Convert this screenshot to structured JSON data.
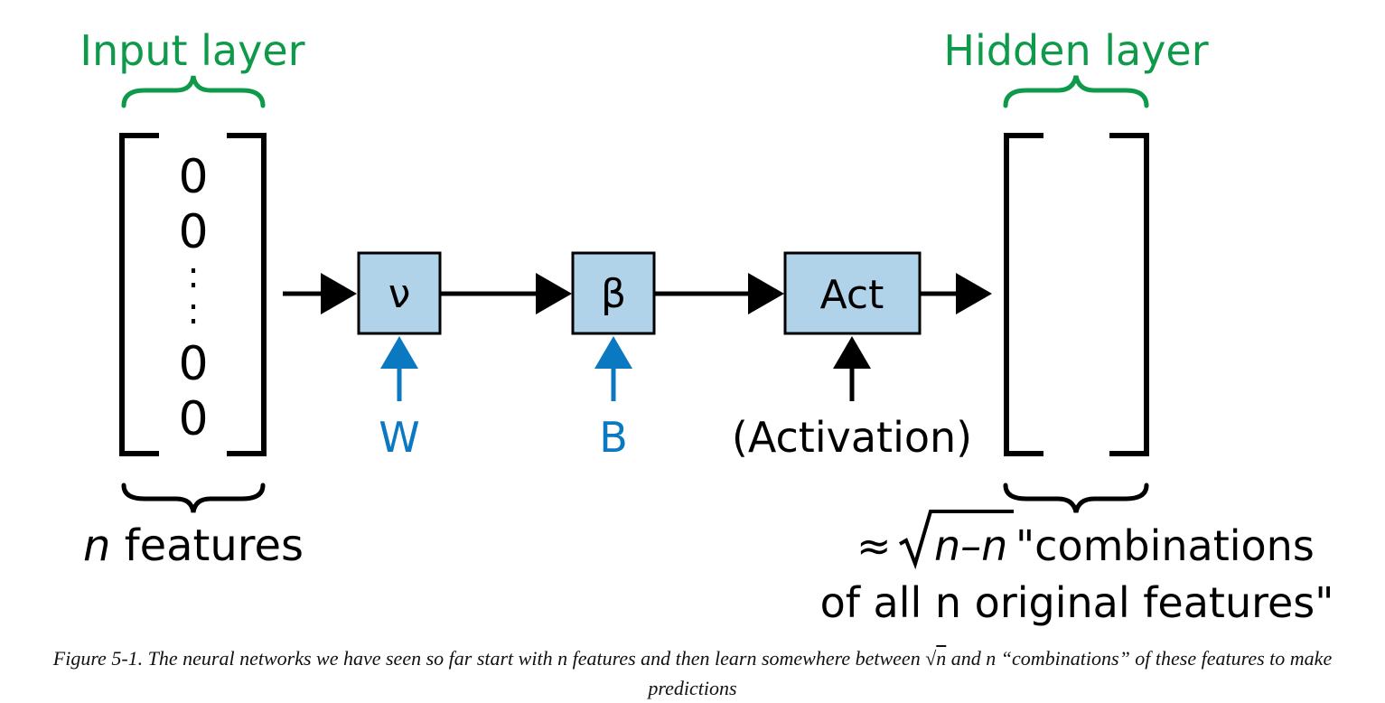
{
  "labels": {
    "input_layer": "Input layer",
    "hidden_layer": "Hidden layer",
    "input_vector": [
      "0",
      "0",
      ":",
      ":",
      "0",
      "0"
    ],
    "n_italic": "n",
    "features_word": "features",
    "approx": "≈",
    "combo_n": "n–n",
    "combo_rest": "\"combinations",
    "combo_line2": "of all n original features\""
  },
  "boxes": {
    "nu": "ν",
    "beta": "β",
    "act": "Act"
  },
  "params": {
    "w": "W",
    "b": "B",
    "activation": "(Activation)"
  },
  "caption": {
    "part1": "Figure 5-1. The neural networks we have seen so far start with ",
    "n1": "n",
    "part2": " features and then learn somewhere between ",
    "sqrt_n": "n",
    "part3": " and ",
    "n2": "n",
    "part4": " “combinations” of these features to make predictions"
  },
  "colors": {
    "green": "#0e9a4a",
    "blue": "#0a79c2",
    "box_fill": "#b0d3ea",
    "black": "#000000"
  }
}
